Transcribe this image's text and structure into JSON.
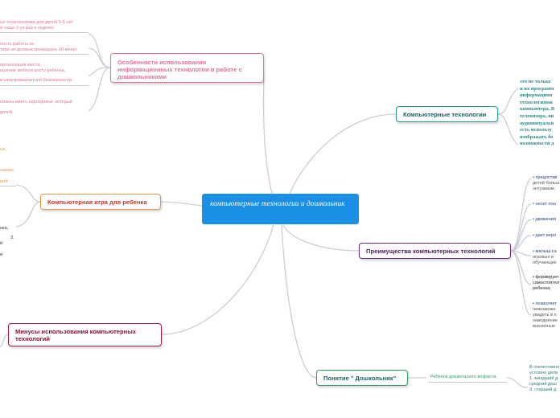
{
  "central": "компьютерные технологии и дошкольник",
  "colors": {
    "central": "#1a8fe3",
    "pink": "#e4739d",
    "teal": "#2a9a9a",
    "purple": "#6b2d7c",
    "green": "#2f9e63",
    "orange": "#e8974a",
    "crimson": "#9e1c3a",
    "connector": "#c9ced6"
  },
  "nodes": {
    "features": "Особенности использования информационных технологии в работе с дошкольниками",
    "computer_tech": "Компьютерные технологии",
    "game": "Компьютерная игра для ребенка",
    "advantages": "Преимущества компьютерных технологий",
    "minuses": "Минусы использования компьютерных технологий",
    "preschooler": "Понятие \" Дошкольник\""
  },
  "features_notes": [
    "ьи технологиями для детей 5-6 лет",
    "и чаще 2-ух раз в неделю.",
    "ность работы за",
    "тере не должна превышать 10 минут",
    "организация места",
    "ошение мебели росту ребенка,",
    "в электромагнитной безопасности.",
    "олжны иметь сертификат, который",
    "детей."
  ],
  "game_notes": [
    "ых,",
    "значит,",
    "ной",
    "нка,",
    "3.",
    "й",
    "и"
  ],
  "computer_tech_text": [
    "это не только",
    "и их программ",
    "информацион",
    "технологиями",
    "компьютера, В",
    "телевизора, ви",
    "аудиовизуальн",
    "есть использу",
    "изображать бо",
    "возможности д"
  ],
  "advantages_items": [
    [
      "• предостав",
      "детей больш",
      "энтузиазм;"
    ],
    [
      "• несет пон"
    ],
    [
      "• движения"
    ],
    [
      "• дает веро"
    ],
    [
      "• малыш са",
      "игровых и",
      "обучающих"
    ],
    [
      "• формирует",
      "самостоятел",
      "ребенка;"
    ],
    [
      "• позволяет",
      "невозможн",
      "увидеть в п",
      "наводнение",
      "внезапные"
    ]
  ],
  "preschooler_definition": "Ребёнок дошкольного возраста.",
  "preschooler_notes": [
    "В отечественн",
    "условно дели",
    "1. младший д",
    "средний дош",
    "3. старший д"
  ]
}
